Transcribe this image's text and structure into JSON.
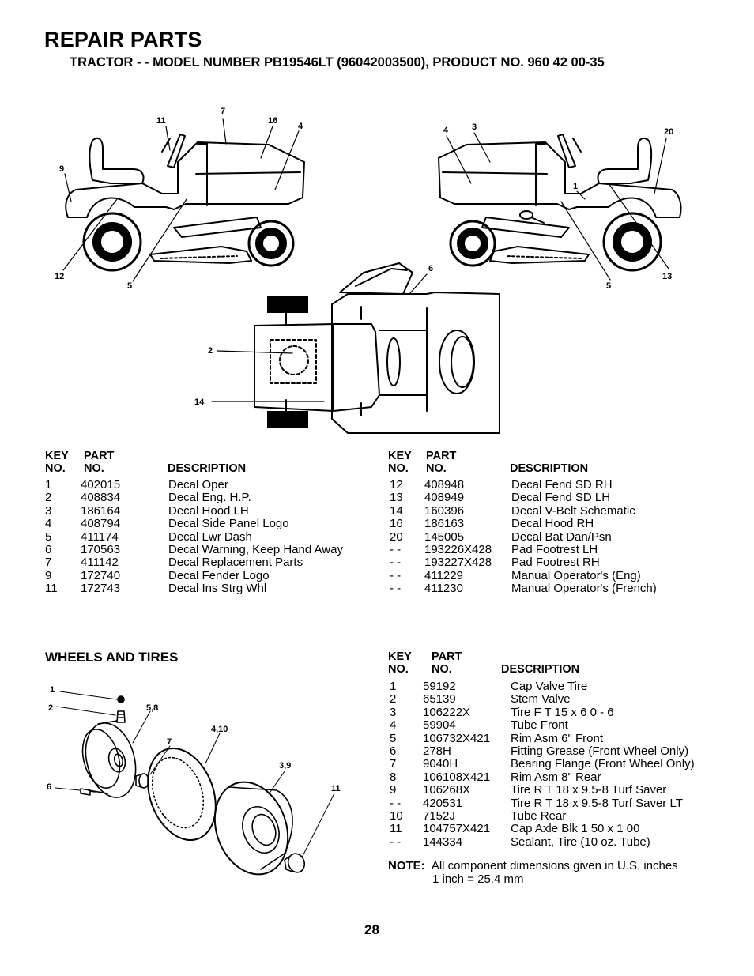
{
  "header": {
    "title": "REPAIR PARTS",
    "subtitle": "TRACTOR - - MODEL NUMBER PB19546LT (96042003500), PRODUCT NO. 960 42 00-35"
  },
  "decal_diagram": {
    "callouts": [
      "11",
      "7",
      "16",
      "4",
      "9",
      "12",
      "5",
      "4",
      "3",
      "20",
      "1",
      "6",
      "5",
      "13",
      "2",
      "14"
    ]
  },
  "table_left": {
    "headers": {
      "key_line1": "KEY",
      "key_line2": "NO.",
      "part_line1": "PART",
      "part_line2": "NO.",
      "desc": "DESCRIPTION"
    },
    "rows": [
      {
        "key": "1",
        "part": "402015",
        "desc": "Decal Oper"
      },
      {
        "key": "2",
        "part": "408834",
        "desc": "Decal Eng. H.P."
      },
      {
        "key": "3",
        "part": "186164",
        "desc": "Decal Hood LH"
      },
      {
        "key": "4",
        "part": "408794",
        "desc": "Decal Side Panel Logo"
      },
      {
        "key": "5",
        "part": "411174",
        "desc": "Decal Lwr Dash"
      },
      {
        "key": "6",
        "part": "170563",
        "desc": "Decal Warning, Keep Hand Away"
      },
      {
        "key": "7",
        "part": "411142",
        "desc": "Decal Replacement Parts"
      },
      {
        "key": "9",
        "part": "172740",
        "desc": "Decal Fender Logo"
      },
      {
        "key": "11",
        "part": "172743",
        "desc": "Decal Ins Strg Whl"
      }
    ]
  },
  "table_right": {
    "headers": {
      "key_line1": "KEY",
      "key_line2": "NO.",
      "part_line1": "PART",
      "part_line2": "NO.",
      "desc": "DESCRIPTION"
    },
    "rows": [
      {
        "key": "12",
        "part": "408948",
        "desc": "Decal Fend SD RH"
      },
      {
        "key": "13",
        "part": "408949",
        "desc": "Decal Fend SD LH"
      },
      {
        "key": "14",
        "part": "160396",
        "desc": "Decal V-Belt Schematic"
      },
      {
        "key": "16",
        "part": "186163",
        "desc": "Decal Hood RH"
      },
      {
        "key": "20",
        "part": "145005",
        "desc": "Decal Bat Dan/Psn"
      },
      {
        "key": "- -",
        "part": "193226X428",
        "desc": "Pad Footrest LH"
      },
      {
        "key": "- -",
        "part": "193227X428",
        "desc": "Pad Footrest RH"
      },
      {
        "key": "- -",
        "part": "411229",
        "desc": "Manual Operator's (Eng)"
      },
      {
        "key": "- -",
        "part": "411230",
        "desc": "Manual Operator's (French)"
      }
    ]
  },
  "wheels_section": {
    "title": "WHEELS AND TIRES",
    "callouts": [
      "1",
      "2",
      "5,8",
      "4,10",
      "7",
      "3,9",
      "6",
      "11"
    ]
  },
  "table_wheels": {
    "headers": {
      "key_line1": "KEY",
      "key_line2": "NO.",
      "part_line1": "PART",
      "part_line2": "NO.",
      "desc": "DESCRIPTION"
    },
    "rows": [
      {
        "key": "1",
        "part": "59192",
        "desc": "Cap Valve Tire"
      },
      {
        "key": "2",
        "part": "65139",
        "desc": "Stem Valve"
      },
      {
        "key": "3",
        "part": "106222X",
        "desc": "Tire F T 15 x 6 0 - 6"
      },
      {
        "key": "4",
        "part": "59904",
        "desc": "Tube Front"
      },
      {
        "key": "5",
        "part": "106732X421",
        "desc": "Rim Asm 6\" Front"
      },
      {
        "key": "6",
        "part": "278H",
        "desc": "Fitting Grease (Front Wheel Only)"
      },
      {
        "key": "7",
        "part": "9040H",
        "desc": "Bearing Flange (Front Wheel Only)"
      },
      {
        "key": "8",
        "part": "106108X421",
        "desc": "Rim Asm 8\" Rear"
      },
      {
        "key": "9",
        "part": "106268X",
        "desc": "Tire R T 18 x 9.5-8 Turf Saver"
      },
      {
        "key": "- -",
        "part": "420531",
        "desc": "Tire R T 18 x 9.5-8 Turf Saver LT"
      },
      {
        "key": "10",
        "part": "7152J",
        "desc": "Tube Rear"
      },
      {
        "key": "11",
        "part": "104757X421",
        "desc": "Cap Axle Blk 1 50 x 1 00"
      },
      {
        "key": "- -",
        "part": "144334",
        "desc": "Sealant, Tire (10 oz. Tube)"
      }
    ]
  },
  "note": {
    "label": "NOTE:",
    "line1": "All component dimensions given in U.S. inches",
    "line2": "1 inch = 25.4 mm"
  },
  "page_number": "28"
}
